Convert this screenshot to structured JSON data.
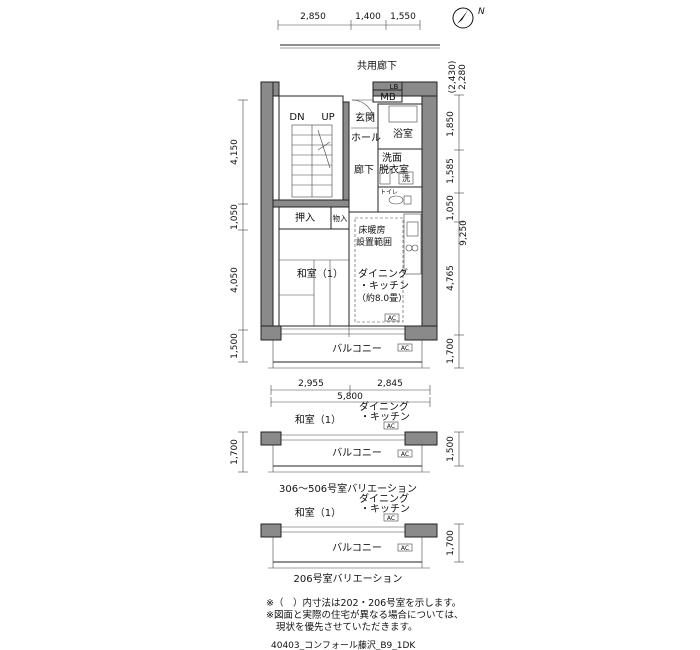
{
  "compass": {
    "label": "N"
  },
  "top_dims": [
    "2,850",
    "1,400",
    "1,550"
  ],
  "left_dims": [
    "4,150",
    "1,050",
    "4,050",
    "1,500"
  ],
  "right_dims_outer": [
    "(2,430)",
    "2,280"
  ],
  "right_dims_inner": [
    "1,850",
    "1,585",
    "1,050",
    "4,765",
    "1,700"
  ],
  "right_total": "9,250",
  "rooms": {
    "corridor_common": "共用廊下",
    "lb": "LB",
    "mb": "MB",
    "dn": "DN",
    "up": "UP",
    "entrance": "玄関",
    "hall": "ホール",
    "bath": "浴室",
    "washroom_1": "洗面",
    "washroom_2": "脱衣室",
    "wash": "洗",
    "hallway": "廊下",
    "toilet": "トイレ",
    "oshiire": "押入",
    "storage": "物入",
    "floor_heat_1": "床暖房",
    "floor_heat_2": "設置範囲",
    "washitsu": "和室（1）",
    "dining_1": "ダイニング",
    "dining_2": "・キッチン",
    "dining_3": "（約8.0畳）",
    "ac": "AC",
    "balcony": "バルコニー"
  },
  "bottom_dims": [
    "2,955",
    "2,845"
  ],
  "bottom_total": "5,800",
  "variation_1": {
    "left_dim": "1,700",
    "right_dim": "1,500",
    "washitsu": "和室（1）",
    "dining_1": "ダイニング",
    "dining_2": "・キッチン",
    "ac": "AC",
    "balcony": "バルコニー",
    "caption": "306～506号室バリエーション"
  },
  "variation_2": {
    "right_dim": "1,700",
    "washitsu": "和室（1）",
    "dining_1": "ダイニング",
    "dining_2": "・キッチン",
    "ac": "AC",
    "balcony": "バルコニー",
    "caption": "206号室バリエーション"
  },
  "notes": [
    "※（　）内寸法は202・206号室を示します。",
    "※図面と実際の住宅が異なる場合については、",
    "現状を優先させていただきます。"
  ],
  "footer": "40403_コンフォール藤沢_B9_1DK"
}
